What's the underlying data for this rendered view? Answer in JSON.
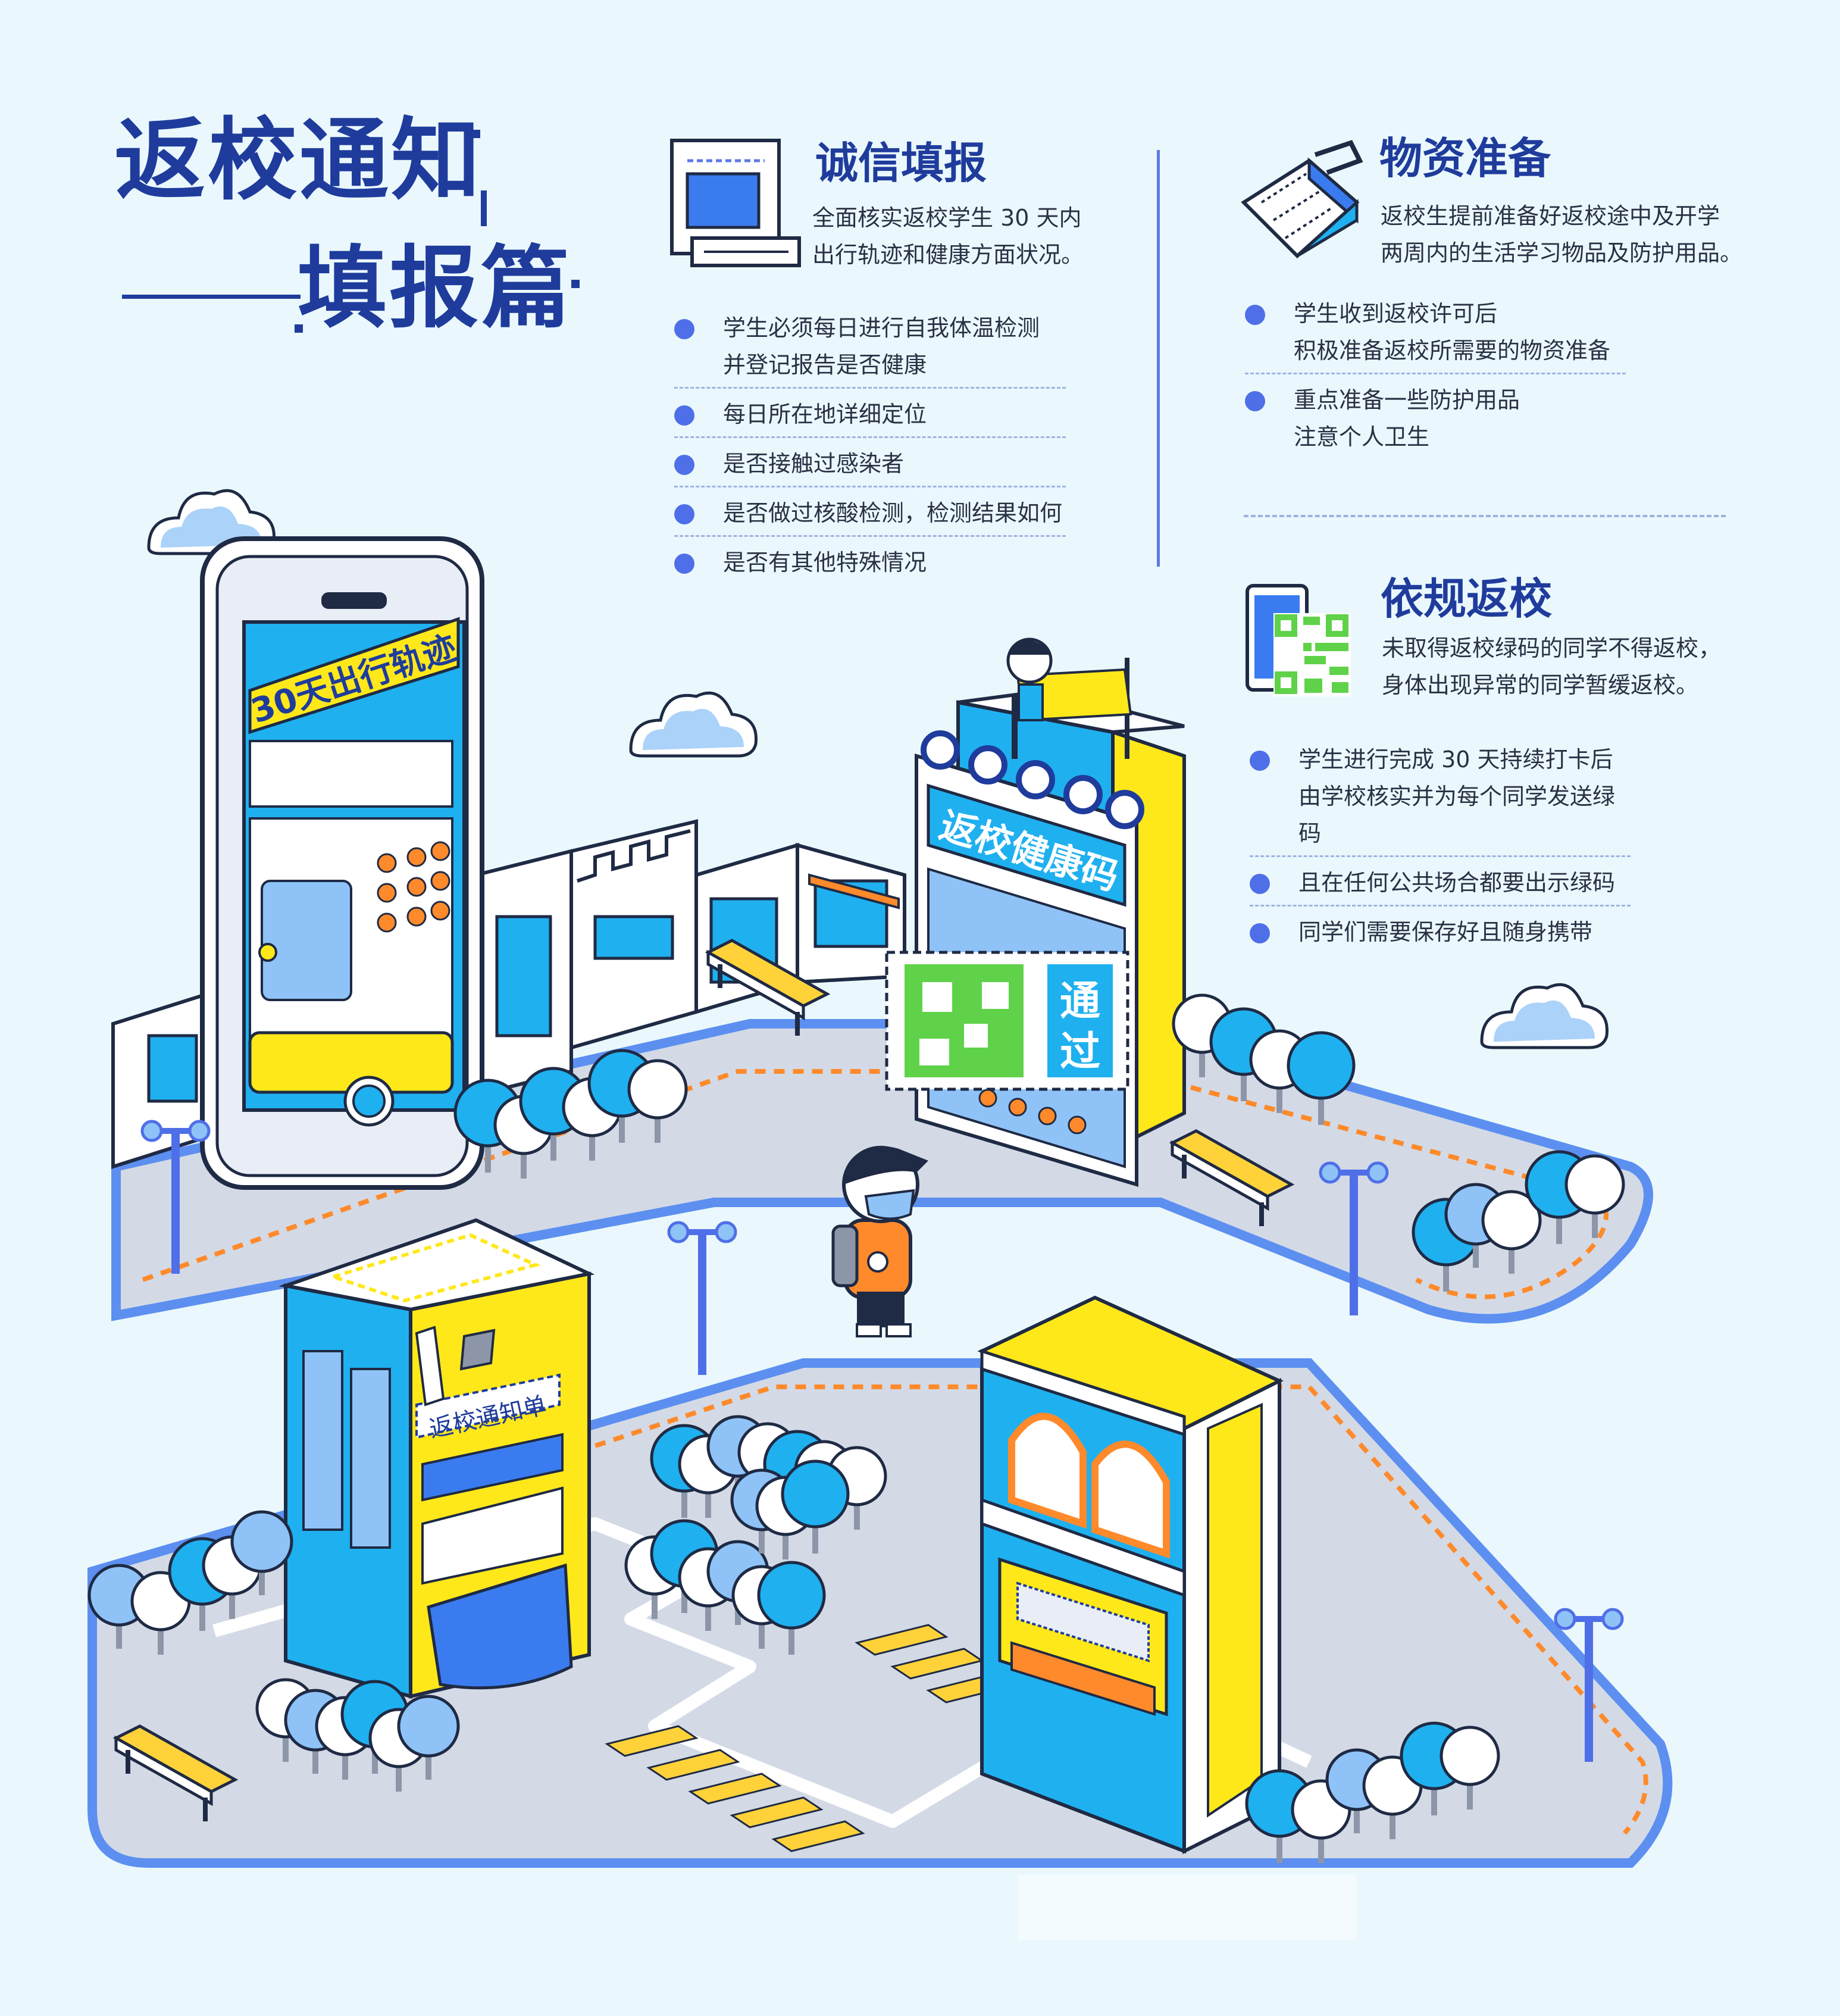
{
  "title": {
    "main": "返校通知",
    "sub": "填报篇"
  },
  "sections": {
    "integrity": {
      "title": "诚信填报",
      "desc_lines": [
        "全面核实返校学生 30 天内",
        "出行轨迹和健康方面状况。"
      ],
      "bullets": [
        [
          "学生必须每日进行自我体温检测",
          "并登记报告是否健康"
        ],
        [
          "每日所在地详细定位"
        ],
        [
          "是否接触过感染者"
        ],
        [
          "是否做过核酸检测，检测结果如何"
        ],
        [
          "是否有其他特殊情况"
        ]
      ]
    },
    "supplies": {
      "title": "物资准备",
      "desc_lines": [
        "返校生提前准备好返校途中及开学",
        "两周内的生活学习物品及防护用品。"
      ],
      "bullets": [
        [
          "学生收到返校许可后",
          "积极准备返校所需要的物资准备"
        ],
        [
          "重点准备一些防护用品",
          "注意个人卫生"
        ]
      ]
    },
    "compliance": {
      "title": "依规返校",
      "desc_lines": [
        "未取得返校绿码的同学不得返校，",
        "身体出现异常的同学暂缓返校。"
      ],
      "bullets": [
        [
          "学生进行完成 30 天持续打卡后",
          "由学校核实并为每个同学发送绿码"
        ],
        [
          "且在任何公共场合都要出示绿码"
        ],
        [
          "同学们需要保存好且随身携带"
        ]
      ]
    }
  },
  "illustration": {
    "phone_banner": "30天出行轨迹",
    "health_code_sign": "返校健康码",
    "pass_label_1": "通",
    "pass_label_2": "过",
    "notice_label": "返校通知单"
  },
  "colors": {
    "background": "#eaf8fd",
    "title_blue": "#1f3c9c",
    "bullet_blue": "#4f6fe8",
    "accent_yellow": "#ffe81a",
    "accent_cyan": "#1fb0f0",
    "accent_green": "#5fd24a",
    "accent_orange": "#ff8a2b"
  }
}
